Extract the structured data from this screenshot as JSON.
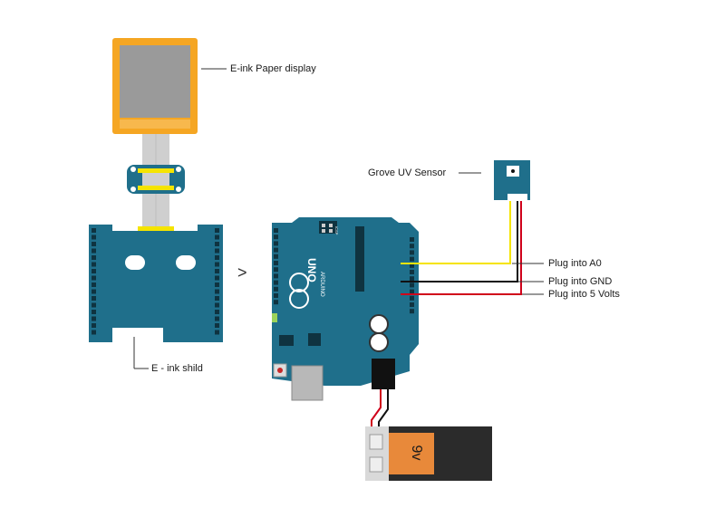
{
  "labels": {
    "eink_display": "E-ink Paper display",
    "eink_shield": "E - ink shild",
    "uv_sensor": "Grove UV Sensor",
    "plug_a0": "Plug into A0",
    "plug_gnd": "Plug into GND",
    "plug_5v": "Plug into 5 Volts",
    "battery": "9v",
    "arrow": ">"
  },
  "board_text": {
    "uno": "UNO",
    "brand": "ARDUINO",
    "icsp": "ICSP"
  },
  "colors": {
    "board_blue": "#1f6f8b",
    "board_dark": "#18586f",
    "display_frame": "#f5a623",
    "display_screen": "#9a9a9a",
    "ribbon": "#cfcfcf",
    "yellow_wire": "#f5e400",
    "red_wire": "#d0021b",
    "black_wire": "#111111",
    "battery_orange": "#e8893a",
    "battery_dark": "#2b2b2b"
  }
}
